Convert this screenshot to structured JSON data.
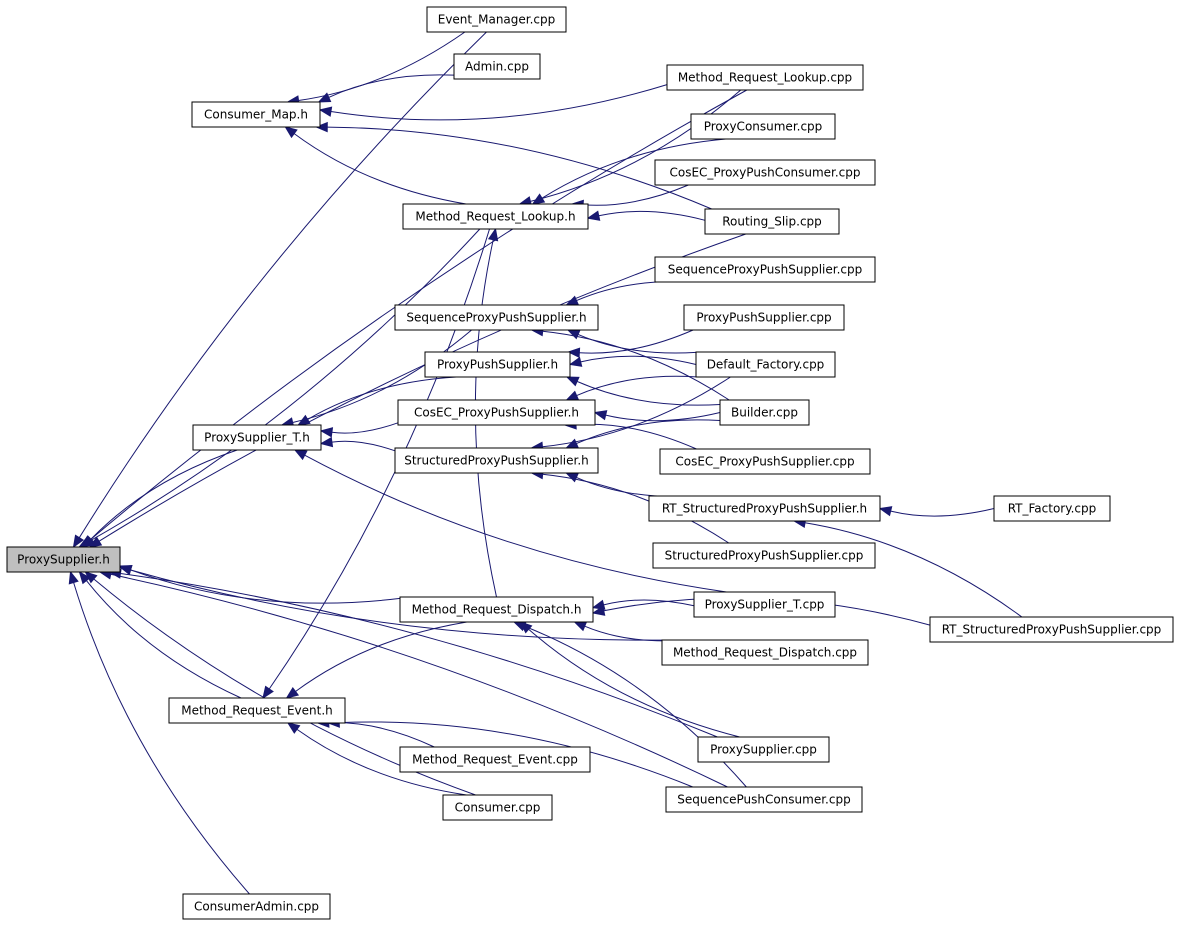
{
  "diagram": {
    "root": "ProxySupplier.h",
    "nodes": [
      {
        "id": "proxysupplier_h",
        "label": "ProxySupplier.h",
        "root": true
      },
      {
        "id": "event_manager_cpp",
        "label": "Event_Manager.cpp"
      },
      {
        "id": "admin_cpp",
        "label": "Admin.cpp"
      },
      {
        "id": "consumer_map_h",
        "label": "Consumer_Map.h"
      },
      {
        "id": "mrl_cpp",
        "label": "Method_Request_Lookup.cpp"
      },
      {
        "id": "proxyconsumer_cpp",
        "label": "ProxyConsumer.cpp"
      },
      {
        "id": "cosec_ppc_cpp",
        "label": "CosEC_ProxyPushConsumer.cpp"
      },
      {
        "id": "mrl_h",
        "label": "Method_Request_Lookup.h"
      },
      {
        "id": "routing_slip_cpp",
        "label": "Routing_Slip.cpp"
      },
      {
        "id": "seq_pps_cpp",
        "label": "SequenceProxyPushSupplier.cpp"
      },
      {
        "id": "seq_pps_h",
        "label": "SequenceProxyPushSupplier.h"
      },
      {
        "id": "pps_cpp",
        "label": "ProxyPushSupplier.cpp"
      },
      {
        "id": "pps_h",
        "label": "ProxyPushSupplier.h"
      },
      {
        "id": "default_factory_cpp",
        "label": "Default_Factory.cpp"
      },
      {
        "id": "cosec_pps_h",
        "label": "CosEC_ProxyPushSupplier.h"
      },
      {
        "id": "builder_cpp",
        "label": "Builder.cpp"
      },
      {
        "id": "ps_t_h",
        "label": "ProxySupplier_T.h"
      },
      {
        "id": "spps_h",
        "label": "StructuredProxyPushSupplier.h"
      },
      {
        "id": "cosec_pps_cpp",
        "label": "CosEC_ProxyPushSupplier.cpp"
      },
      {
        "id": "rt_spps_h",
        "label": "RT_StructuredProxyPushSupplier.h"
      },
      {
        "id": "rt_factory_cpp",
        "label": "RT_Factory.cpp"
      },
      {
        "id": "spps_cpp",
        "label": "StructuredProxyPushSupplier.cpp"
      },
      {
        "id": "mrd_h",
        "label": "Method_Request_Dispatch.h"
      },
      {
        "id": "ps_t_cpp",
        "label": "ProxySupplier_T.cpp"
      },
      {
        "id": "rt_spps_cpp",
        "label": "RT_StructuredProxyPushSupplier.cpp"
      },
      {
        "id": "mrd_cpp",
        "label": "Method_Request_Dispatch.cpp"
      },
      {
        "id": "mre_h",
        "label": "Method_Request_Event.h"
      },
      {
        "id": "proxysupplier_cpp",
        "label": "ProxySupplier.cpp"
      },
      {
        "id": "mre_cpp",
        "label": "Method_Request_Event.cpp"
      },
      {
        "id": "consumer_cpp",
        "label": "Consumer.cpp"
      },
      {
        "id": "seq_push_consumer_cpp",
        "label": "SequencePushConsumer.cpp"
      },
      {
        "id": "consumeradmin_cpp",
        "label": "ConsumerAdmin.cpp"
      }
    ],
    "edges": [
      {
        "from": "event_manager_cpp",
        "to": "proxysupplier_h"
      },
      {
        "from": "event_manager_cpp",
        "to": "consumer_map_h"
      },
      {
        "from": "admin_cpp",
        "to": "consumer_map_h"
      },
      {
        "from": "mrl_cpp",
        "to": "consumer_map_h"
      },
      {
        "from": "routing_slip_cpp",
        "to": "consumer_map_h"
      },
      {
        "from": "mrl_h",
        "to": "consumer_map_h"
      },
      {
        "from": "mrl_cpp",
        "to": "proxysupplier_h"
      },
      {
        "from": "mrl_h",
        "to": "proxysupplier_h"
      },
      {
        "from": "routing_slip_cpp",
        "to": "proxysupplier_h"
      },
      {
        "from": "mrl_cpp",
        "to": "mrl_h"
      },
      {
        "from": "proxyconsumer_cpp",
        "to": "mrl_h"
      },
      {
        "from": "cosec_ppc_cpp",
        "to": "mrl_h"
      },
      {
        "from": "routing_slip_cpp",
        "to": "mrl_h"
      },
      {
        "from": "mrd_h",
        "to": "mrl_h"
      },
      {
        "from": "seq_pps_cpp",
        "to": "seq_pps_h"
      },
      {
        "from": "default_factory_cpp",
        "to": "seq_pps_h"
      },
      {
        "from": "builder_cpp",
        "to": "seq_pps_h"
      },
      {
        "from": "pps_cpp",
        "to": "pps_h"
      },
      {
        "from": "default_factory_cpp",
        "to": "pps_h"
      },
      {
        "from": "builder_cpp",
        "to": "pps_h"
      },
      {
        "from": "default_factory_cpp",
        "to": "cosec_pps_h"
      },
      {
        "from": "builder_cpp",
        "to": "cosec_pps_h"
      },
      {
        "from": "cosec_pps_cpp",
        "to": "cosec_pps_h"
      },
      {
        "from": "default_factory_cpp",
        "to": "spps_h"
      },
      {
        "from": "builder_cpp",
        "to": "spps_h"
      },
      {
        "from": "rt_spps_h",
        "to": "spps_h"
      },
      {
        "from": "spps_cpp",
        "to": "spps_h"
      },
      {
        "from": "seq_pps_h",
        "to": "ps_t_h"
      },
      {
        "from": "pps_h",
        "to": "ps_t_h"
      },
      {
        "from": "cosec_pps_h",
        "to": "ps_t_h"
      },
      {
        "from": "spps_h",
        "to": "ps_t_h"
      },
      {
        "from": "ps_t_cpp",
        "to": "ps_t_h"
      },
      {
        "from": "ps_t_h",
        "to": "proxysupplier_h"
      },
      {
        "from": "rt_factory_cpp",
        "to": "rt_spps_h"
      },
      {
        "from": "rt_spps_cpp",
        "to": "rt_spps_h"
      },
      {
        "from": "mrd_h",
        "to": "proxysupplier_h"
      },
      {
        "from": "ps_t_cpp",
        "to": "mrd_h"
      },
      {
        "from": "mrd_cpp",
        "to": "mrd_h"
      },
      {
        "from": "rt_spps_cpp",
        "to": "mrd_h"
      },
      {
        "from": "proxysupplier_cpp",
        "to": "mrd_h"
      },
      {
        "from": "seq_push_consumer_cpp",
        "to": "mrd_h"
      },
      {
        "from": "mrd_cpp",
        "to": "proxysupplier_h"
      },
      {
        "from": "proxysupplier_cpp",
        "to": "proxysupplier_h"
      },
      {
        "from": "mre_h",
        "to": "proxysupplier_h"
      },
      {
        "from": "mrd_h",
        "to": "mre_h"
      },
      {
        "from": "mrl_h",
        "to": "mre_h"
      },
      {
        "from": "mre_cpp",
        "to": "mre_h"
      },
      {
        "from": "consumer_cpp",
        "to": "mre_h"
      },
      {
        "from": "seq_push_consumer_cpp",
        "to": "mre_h"
      },
      {
        "from": "consumer_cpp",
        "to": "proxysupplier_h"
      },
      {
        "from": "seq_push_consumer_cpp",
        "to": "proxysupplier_h"
      },
      {
        "from": "consumeradmin_cpp",
        "to": "proxysupplier_h"
      }
    ]
  },
  "colors": {
    "edge": "#191970",
    "root_fill": "#bfbfbf",
    "node_fill": "#ffffff",
    "node_border": "#000000"
  }
}
